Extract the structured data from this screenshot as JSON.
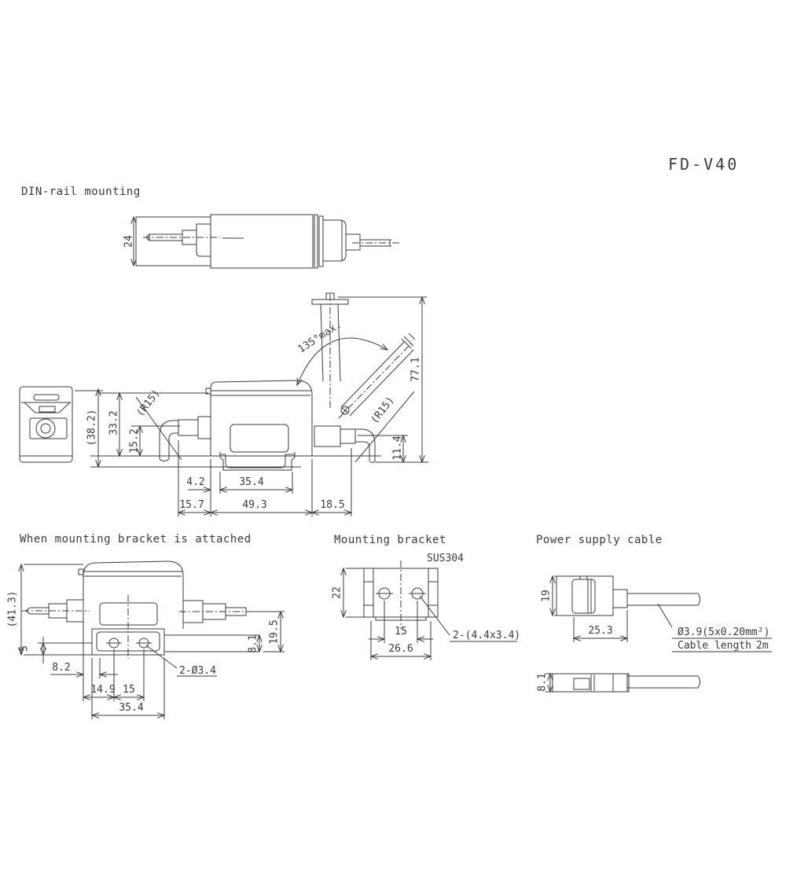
{
  "title": "FD-V40",
  "colors": {
    "line": "#3b3b3b",
    "background": "#ffffff"
  },
  "sections": {
    "din_rail": {
      "label": "DIN-rail mounting",
      "dims": {
        "height_24": "24"
      }
    },
    "main_view": {
      "dims": {
        "angle_max": "135°max.",
        "total_height": "77.1",
        "r15_left": "(R15)",
        "r15_right": "(R15)",
        "overall_height": "(38.2)",
        "body_height": "33.2",
        "lower_height": "15.2",
        "right_drop": "11.4",
        "clip_offset": "4.2",
        "clip_width": "35.4",
        "left_proj": "15.7",
        "body_width": "49.3",
        "right_proj": "18.5"
      }
    },
    "bracket_attached": {
      "label": "When mounting bracket is attached",
      "dims": {
        "overall_height": "(41.3)",
        "lip_height": "5",
        "edge_offset": "8.2",
        "hole_offset": "14.9",
        "hole_pitch": "15",
        "bracket_width": "35.4",
        "holes": "2-Ø3.4",
        "plate_thickness": "8.1",
        "axis_height": "19.5"
      }
    },
    "mounting_bracket": {
      "label": "Mounting bracket",
      "material": "SUS304",
      "dims": {
        "height": "22",
        "hole_pitch": "15",
        "width": "26.6",
        "slots": "2-(4.4x3.4)"
      }
    },
    "power_cable": {
      "label": "Power supply cable",
      "dims": {
        "connector_height": "19",
        "connector_length": "25.3",
        "cable_spec": "Ø3.9(5x0.20mm²)",
        "cable_length_label": "Cable length",
        "cable_length_value": "2m",
        "connector_thickness": "8.1"
      }
    }
  }
}
